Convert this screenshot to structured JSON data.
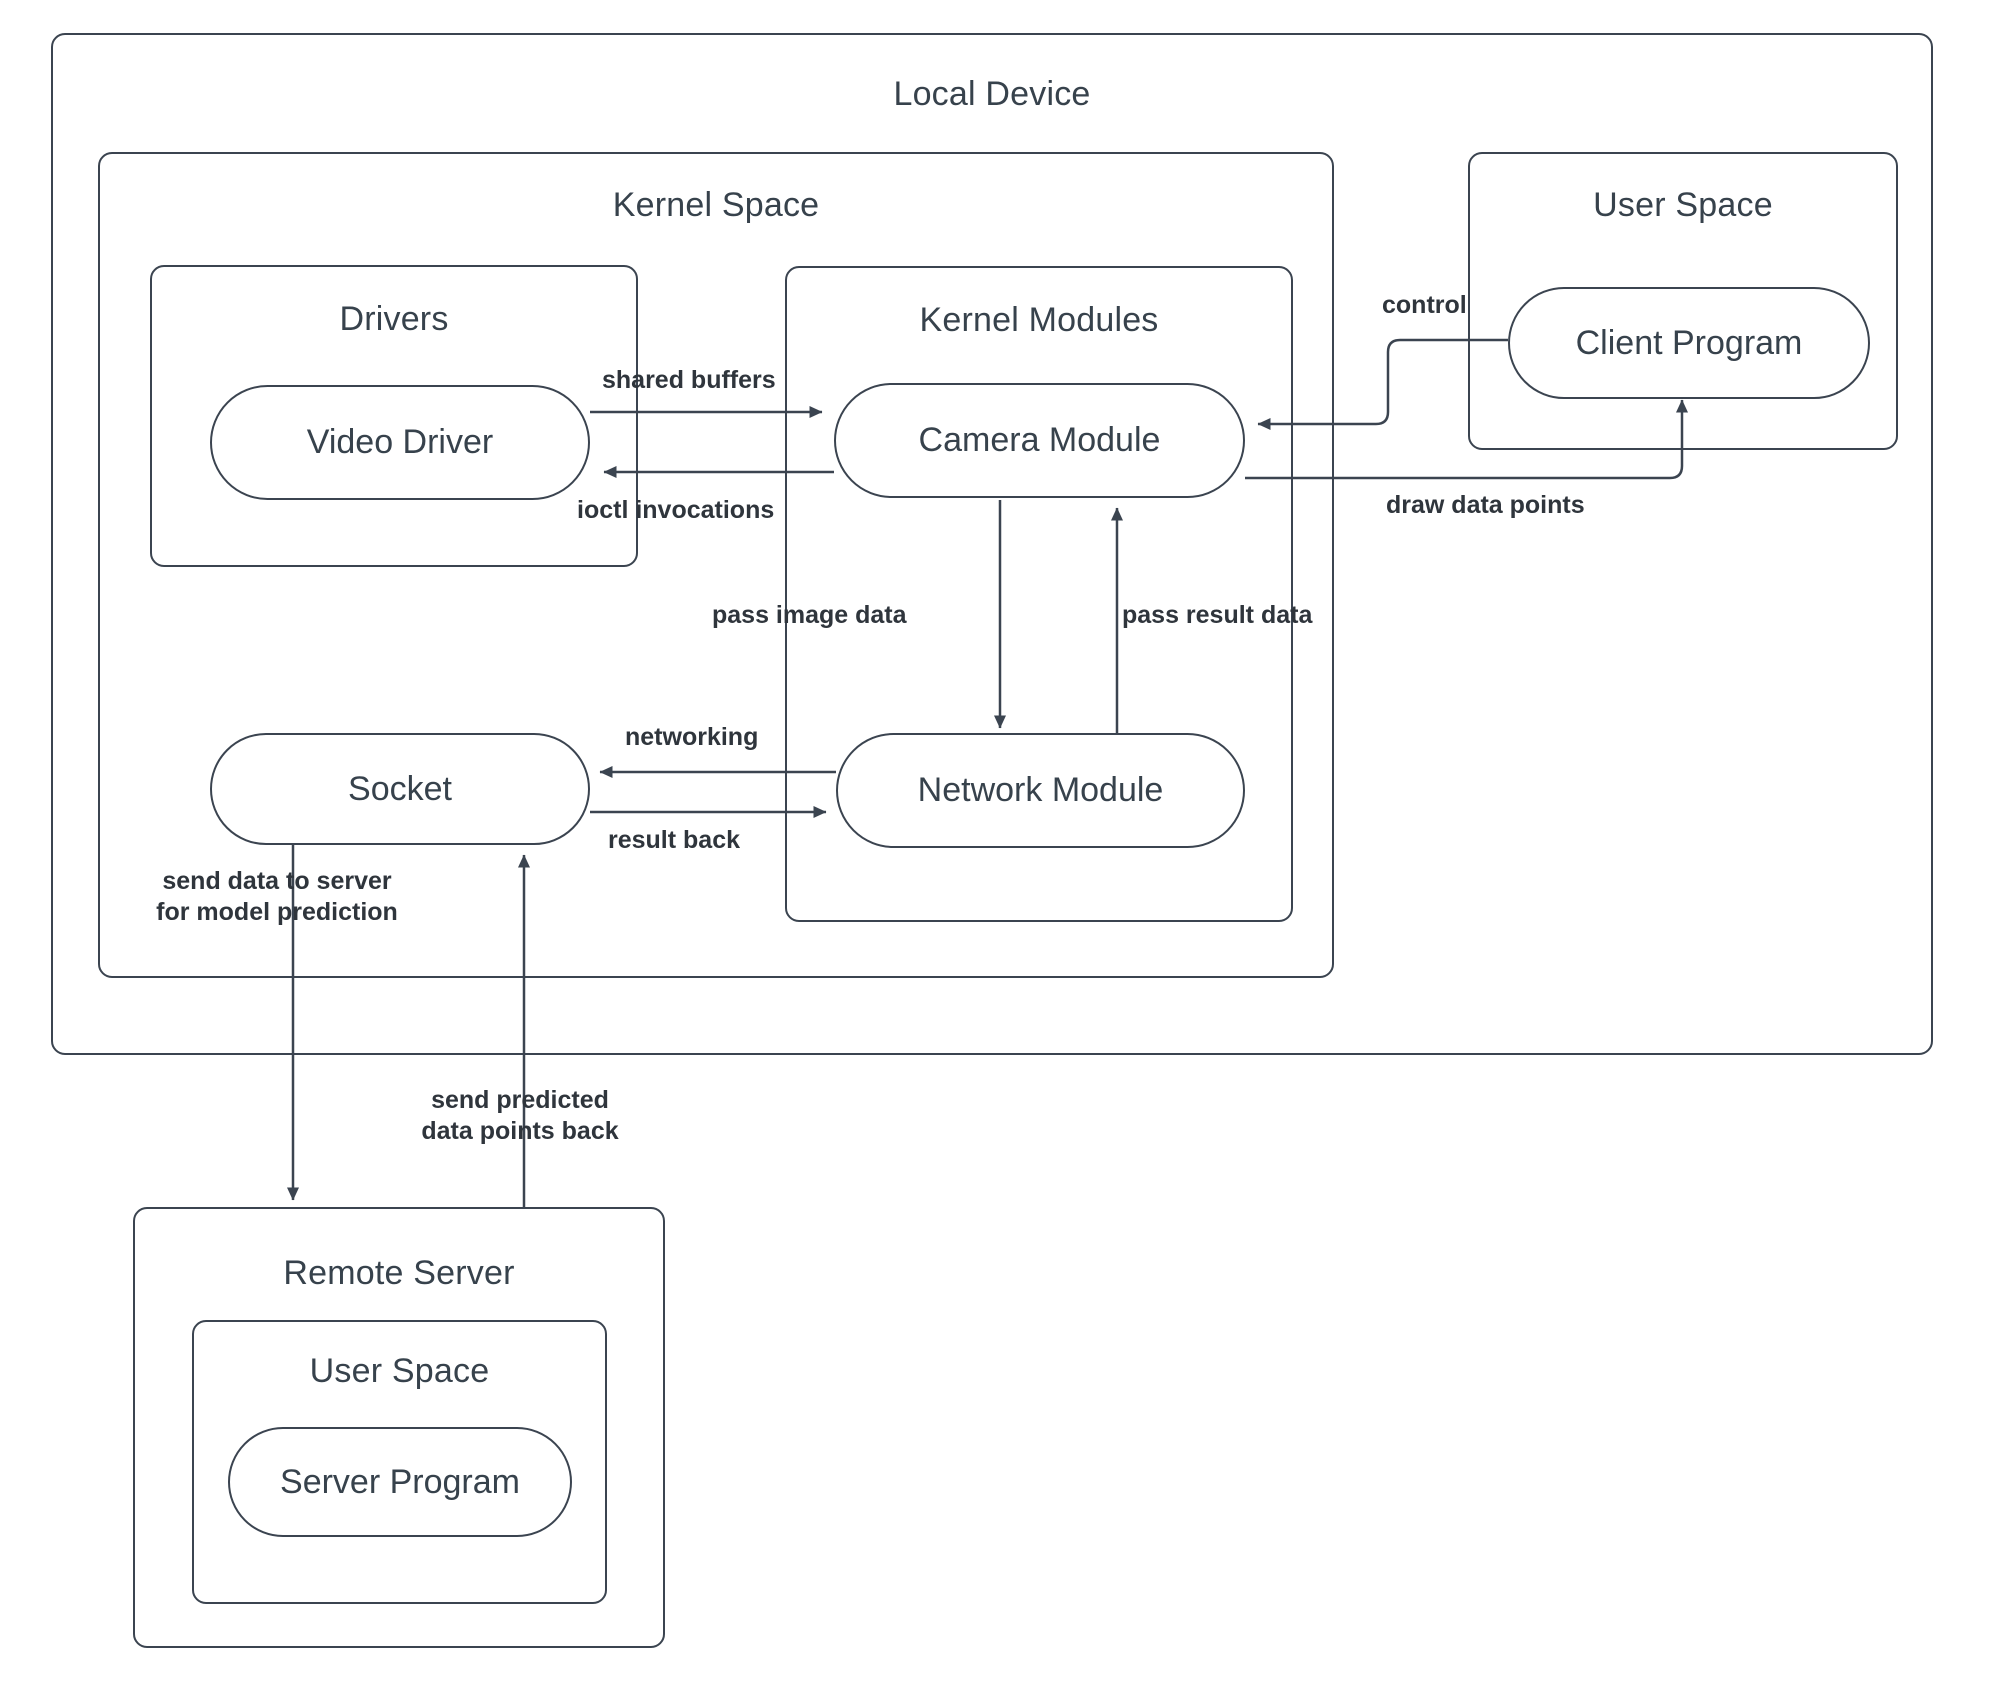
{
  "diagram": {
    "title": "Local Device Kernel Camera Module Architecture",
    "stroke_color": "#3b4450",
    "text_color": "#37424c",
    "background_color": "#ffffff"
  },
  "containers": {
    "local_device": {
      "label": "Local Device"
    },
    "kernel_space": {
      "label": "Kernel Space"
    },
    "user_space_local": {
      "label": "User Space"
    },
    "drivers": {
      "label": "Drivers"
    },
    "kernel_modules": {
      "label": "Kernel Modules"
    },
    "remote_server": {
      "label": "Remote Server"
    },
    "user_space_remote": {
      "label": "User Space"
    }
  },
  "nodes": {
    "video_driver": {
      "label": "Video Driver"
    },
    "camera_module": {
      "label": "Camera Module"
    },
    "network_module": {
      "label": "Network Module"
    },
    "socket": {
      "label": "Socket"
    },
    "client_program": {
      "label": "Client Program"
    },
    "server_program": {
      "label": "Server Program"
    }
  },
  "edges": [
    {
      "id": "shared-buffers",
      "label": "shared buffers",
      "from": "video_driver",
      "to": "camera_module"
    },
    {
      "id": "ioctl-invocations",
      "label": "ioctl invocations",
      "from": "camera_module",
      "to": "video_driver"
    },
    {
      "id": "control",
      "label": "control",
      "from": "client_program",
      "to": "camera_module"
    },
    {
      "id": "draw-data-points",
      "label": "draw data points",
      "from": "camera_module",
      "to": "client_program"
    },
    {
      "id": "pass-image-data",
      "label": "pass image data",
      "from": "camera_module",
      "to": "network_module"
    },
    {
      "id": "pass-result-data",
      "label": "pass result data",
      "from": "network_module",
      "to": "camera_module"
    },
    {
      "id": "networking",
      "label": "networking",
      "from": "network_module",
      "to": "socket"
    },
    {
      "id": "result-back",
      "label": "result back",
      "from": "socket",
      "to": "network_module"
    },
    {
      "id": "send-data-to-server",
      "label_line1": "send data to server",
      "label_line2": "for model prediction",
      "from": "socket",
      "to": "remote_server"
    },
    {
      "id": "send-predicted-points-back",
      "label_line1": "send predicted",
      "label_line2": "data points back",
      "from": "remote_server",
      "to": "socket"
    }
  ]
}
